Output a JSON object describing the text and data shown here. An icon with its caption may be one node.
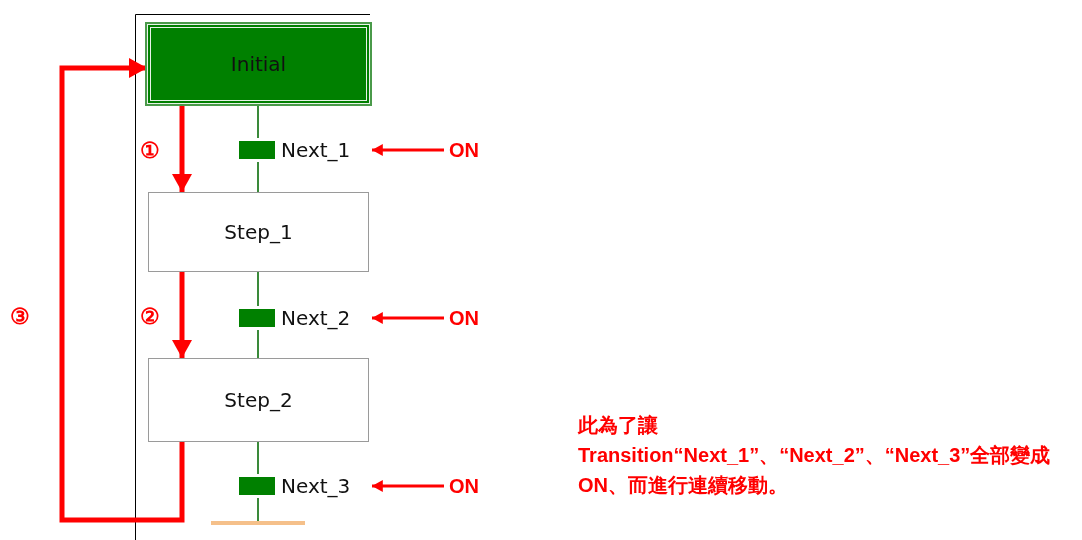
{
  "diagram": {
    "nodes": [
      {
        "text": [
          "Initial"
        ]
      },
      {
        "text": [
          "Next_1"
        ]
      },
      {
        "text": [
          "Step_1"
        ]
      },
      {
        "text": [
          "Next_2"
        ]
      },
      {
        "text": [
          "Step_2"
        ]
      },
      {
        "text": [
          "Next_3"
        ]
      },
      {
        "text": [],
        "shape": "bar"
      },
      {
        "text": [
          "ON"
        ]
      },
      {
        "text": [
          "ON"
        ]
      },
      {
        "text": [
          "ON"
        ]
      }
    ],
    "edges": [
      {
        "from": 0,
        "to": 1,
        "arrow": "none",
        "color": "#3a8a3a"
      },
      {
        "from": 1,
        "to": 2,
        "arrow": "none",
        "color": "#3a8a3a"
      },
      {
        "from": 2,
        "to": 3,
        "arrow": "none",
        "color": "#3a8a3a"
      },
      {
        "from": 3,
        "to": 4,
        "arrow": "none",
        "color": "#3a8a3a"
      },
      {
        "from": 4,
        "to": 5,
        "arrow": "none",
        "color": "#3a8a3a"
      },
      {
        "from": 5,
        "to": 6,
        "arrow": "none",
        "color": "#3a8a3a"
      },
      {
        "from": 7,
        "to": 1,
        "arrow": "to",
        "color": "#ff0000"
      },
      {
        "from": 8,
        "to": 3,
        "arrow": "to",
        "color": "#ff0000"
      },
      {
        "from": 9,
        "to": 5,
        "arrow": "to",
        "color": "#ff0000"
      },
      {
        "from": 0,
        "to": 2,
        "arrow": "to",
        "style": "thick",
        "color": "#ff0000",
        "label": "①"
      },
      {
        "from": 2,
        "to": 4,
        "arrow": "to",
        "style": "thick",
        "color": "#ff0000",
        "label": "②"
      },
      {
        "from": 4,
        "to": 0,
        "arrow": "to",
        "style": "thick",
        "color": "#ff0000",
        "label": "③"
      }
    ],
    "labels": [
      "此為了讓 Transition“Next_1”、“Next_2”、“Next_3”全部變成 ON、而進行連續移動。"
    ]
  }
}
